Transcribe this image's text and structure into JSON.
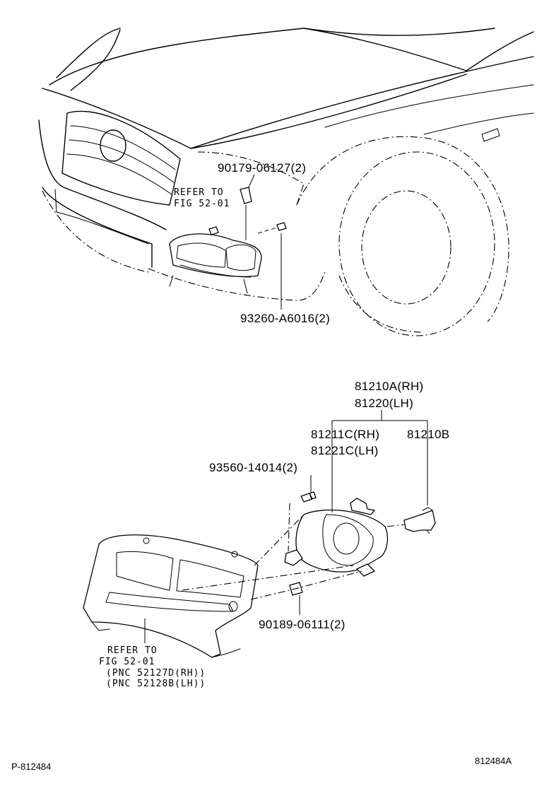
{
  "upper_view": {
    "label_bracket_clip": "90179-06127(2)",
    "label_refer_line1": "REFER TO",
    "label_refer_line2": "FIG 52-01",
    "label_screw": "93260-A6016(2)"
  },
  "lower_view": {
    "label_assembly_rh": "81210A(RH)",
    "label_assembly_lh": "81220(LH)",
    "label_unit_rh": "81211C(RH)",
    "label_unit_lh": "81221C(LH)",
    "label_bulb": "81210B",
    "label_bolt": "93560-14014(2)",
    "label_clip": "90189-06111(2)",
    "label_refer_line1": "REFER TO",
    "label_refer_line2": "FIG 52-01",
    "label_pnc_rh": "(PNC 52127D(RH))",
    "label_pnc_lh": "(PNC 52128B(LH))"
  },
  "footer": {
    "left_code": "P-812484",
    "right_code": "812484A"
  }
}
